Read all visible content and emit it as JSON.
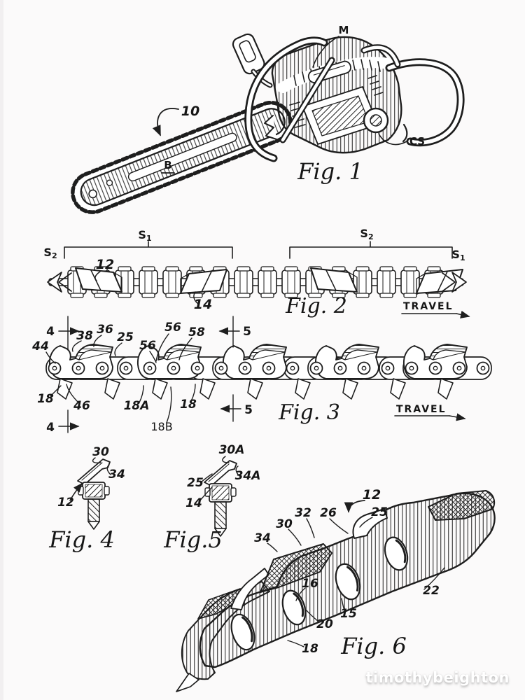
{
  "artwork": {
    "watermark": "timothybeighton",
    "ink_color": "#1e1e1e",
    "background_color": "#fbfafa"
  },
  "fig1": {
    "caption": "Fig. 1",
    "labels": {
      "m": "M",
      "n10": "10",
      "b": "B",
      "cs": "CS"
    }
  },
  "fig2": {
    "caption": "Fig. 2",
    "travel": "TRAVEL",
    "segment_labels": {
      "left_end": {
        "base": "S",
        "sub": "2"
      },
      "left_bracket": {
        "base": "S",
        "sub": "1"
      },
      "right_bracket": {
        "base": "S",
        "sub": "2"
      },
      "right_end": {
        "base": "S",
        "sub": "1"
      }
    },
    "labels": {
      "n12": "12",
      "n14": "14"
    }
  },
  "fig3": {
    "caption": "Fig. 3",
    "travel": "TRAVEL",
    "section_a": "4",
    "section_b": "5",
    "labels": {
      "n44": "44",
      "n38": "38",
      "n36": "36",
      "n25": "25",
      "n56_upper": "56",
      "n56_lower": "56",
      "n58": "58",
      "n18_left": "18",
      "n46": "46",
      "n18A": "18A",
      "n18_mid": "18",
      "n18B": "18B"
    }
  },
  "fig4": {
    "caption": "Fig. 4",
    "labels": {
      "n30": "30",
      "n34": "34",
      "n12": "12"
    }
  },
  "fig5": {
    "caption": "Fig.5",
    "labels": {
      "n30A": "30A",
      "n25": "25",
      "n34A": "34A",
      "n14": "14"
    }
  },
  "fig6": {
    "caption": "Fig. 6",
    "labels": {
      "n12": "12",
      "n32": "32",
      "n26": "26",
      "n25": "25",
      "n30": "30",
      "n34": "34",
      "n16": "16",
      "n22": "22",
      "n15": "15",
      "n20": "20",
      "n18": "18"
    }
  }
}
